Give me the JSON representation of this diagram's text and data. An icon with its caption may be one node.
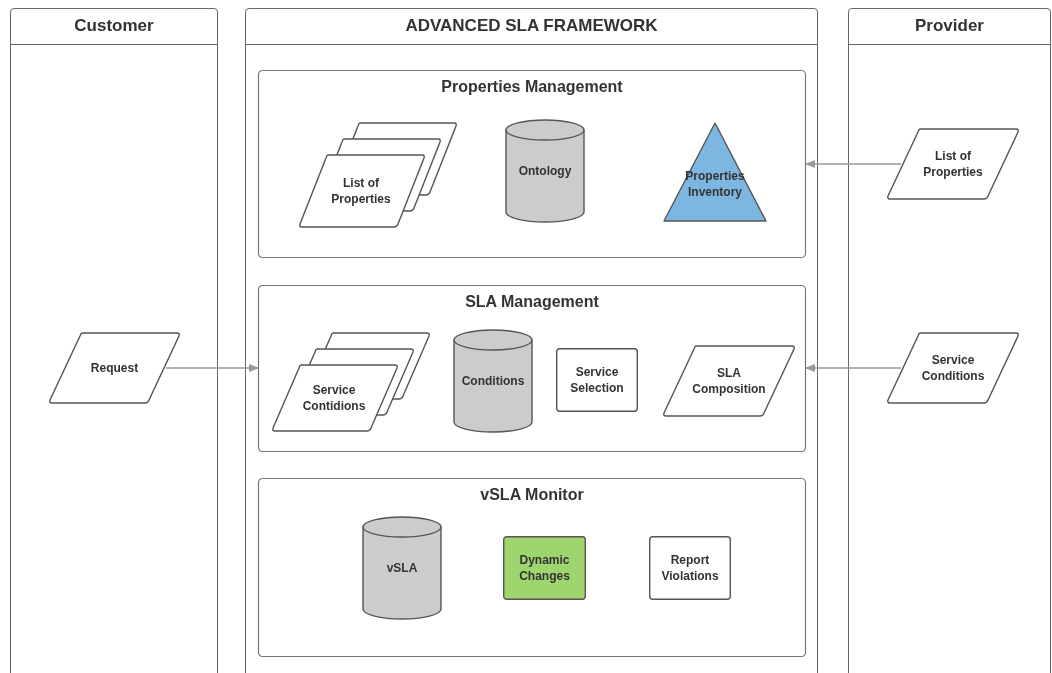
{
  "diagram": {
    "nodes": [
      {
        "text": [
          "Customer"
        ]
      },
      {
        "text": [
          "ADVANCED SLA FRAMEWORK"
        ]
      },
      {
        "text": [
          "Provider"
        ]
      },
      {
        "text": [
          "Properties Management"
        ],
        "in": 1
      },
      {
        "text": [
          "List of Properties"
        ],
        "in": 3
      },
      {
        "text": [
          "Ontology"
        ],
        "in": 3
      },
      {
        "text": [
          "Properties Inventory"
        ],
        "in": 3
      },
      {
        "text": [
          "SLA Management"
        ],
        "in": 1
      },
      {
        "text": [
          "Service Contidions"
        ],
        "in": 7
      },
      {
        "text": [
          "Conditions"
        ],
        "in": 7
      },
      {
        "text": [
          "Service Selection"
        ],
        "in": 7
      },
      {
        "text": [
          "SLA Composition"
        ],
        "in": 7
      },
      {
        "text": [
          "vSLA Monitor"
        ],
        "in": 1
      },
      {
        "text": [
          "vSLA"
        ],
        "in": 12
      },
      {
        "text": [
          "Dynamic Changes"
        ],
        "in": 12
      },
      {
        "text": [
          "Report Violations"
        ],
        "in": 12
      },
      {
        "text": [
          "Request"
        ],
        "in": 0
      },
      {
        "text": [
          "List of Properties"
        ],
        "in": 2
      },
      {
        "text": [
          "Service Conditions"
        ],
        "in": 2
      }
    ],
    "edges": [
      {
        "from": 16,
        "to": 7,
        "arrow": "to"
      },
      {
        "from": 17,
        "to": 3,
        "arrow": "to"
      },
      {
        "from": 18,
        "to": 7,
        "arrow": "to"
      }
    ]
  }
}
